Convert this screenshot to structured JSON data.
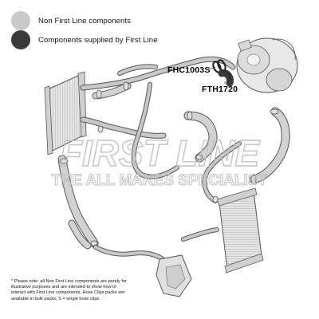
{
  "legend": [
    {
      "label": "Non First Line components",
      "color": "#c8c8c8"
    },
    {
      "label": "Components supplied by First Line",
      "color": "#3a3a3a"
    }
  ],
  "parts": [
    {
      "code": "FHC1003S"
    },
    {
      "code": "FTH1720"
    }
  ],
  "watermark": {
    "brand": "FIRST LINE",
    "tagline": "THE ALL MAKES SPECIALIST"
  },
  "note": "* Please note: all Non First Line components are purely for illustrative purposes and are intended to show how to interact with First Line components. Hose Clips packs are available in bulk packs, S = single hose clips.",
  "colors": {
    "component_grey": "#c8c8c8",
    "supplied_dark": "#3a3a3a",
    "outline": "#555555"
  }
}
